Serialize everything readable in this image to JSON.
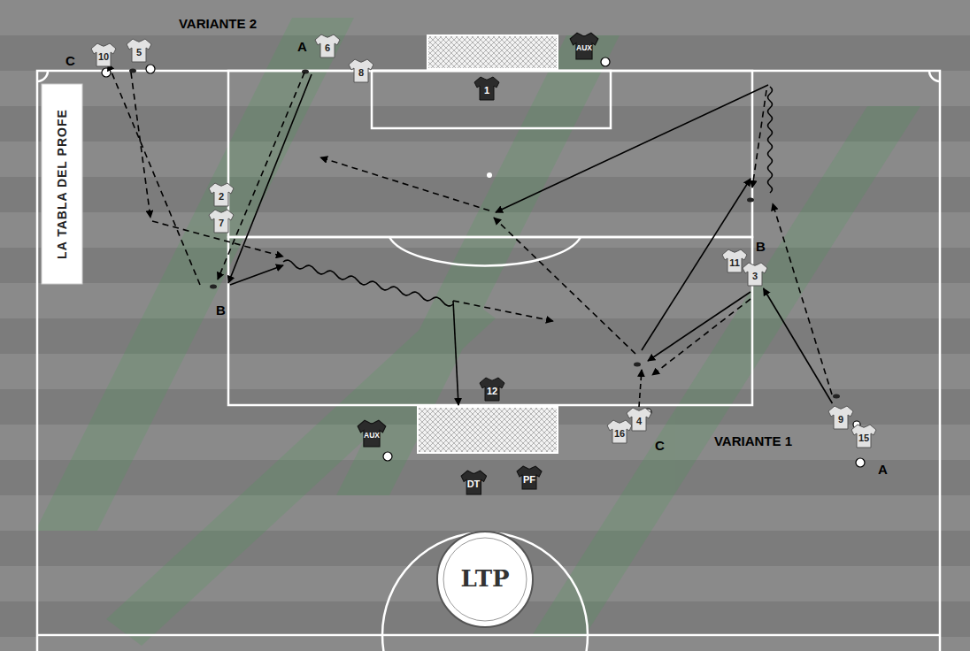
{
  "diagram": {
    "nodes": [
      {
        "text": [
          "10"
        ]
      },
      {
        "text": [
          "5"
        ]
      },
      {
        "text": [
          "6"
        ]
      },
      {
        "text": [
          "8"
        ]
      },
      {
        "text": [
          "1"
        ]
      },
      {
        "text": [
          "AUX"
        ]
      },
      {
        "text": [
          "2"
        ]
      },
      {
        "text": [
          "7"
        ]
      },
      {
        "text": [
          "11"
        ]
      },
      {
        "text": [
          "3"
        ]
      },
      {
        "text": [
          "12"
        ]
      },
      {
        "text": [
          "AUX"
        ]
      },
      {
        "text": [
          "16"
        ]
      },
      {
        "text": [
          "4"
        ]
      },
      {
        "text": [
          "9"
        ]
      },
      {
        "text": [
          "15"
        ]
      },
      {
        "text": [
          "DT"
        ]
      },
      {
        "text": [
          "PF"
        ]
      }
    ],
    "edges": [
      {
        "from": 14,
        "to": 9,
        "arrow": "to"
      }
    ],
    "labels": [
      "VARIANTE 2",
      "A",
      "C",
      "B",
      "B",
      "C",
      "VARIANTE 1",
      "A",
      "LA TABLA DEL PROFE",
      "LTP"
    ]
  }
}
